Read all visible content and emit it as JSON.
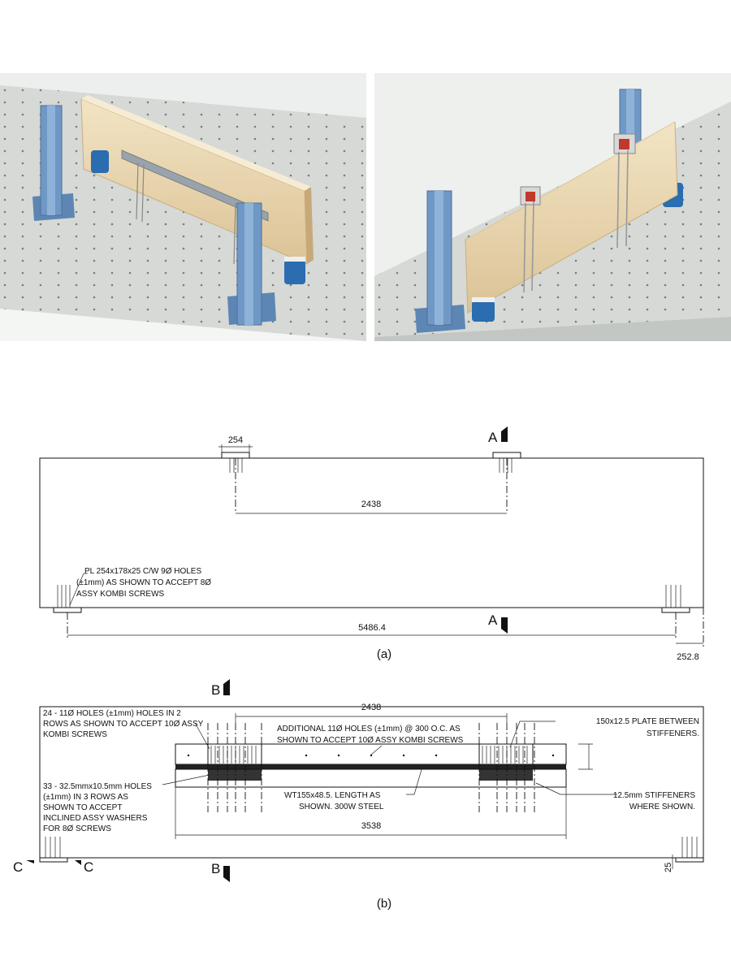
{
  "figure_a": {
    "dims": {
      "plate_width": "254",
      "spacing": "2438",
      "length": "5486.4",
      "overhang": "252.8"
    },
    "section_mark": "A",
    "plate_note": [
      "PL 254x178x25 C/W 9Ø HOLES",
      "(±1mm)  AS SHOWN TO ACCEPT 8Ø",
      "ASSY KOMBI SCREWS"
    ],
    "caption": "(a)"
  },
  "figure_b": {
    "dims": {
      "spacing": "2438",
      "tee_length": "3538",
      "end_gap": "25"
    },
    "section_mark_b": "B",
    "section_mark_c": "C",
    "note_holes_top": [
      "24 - 11Ø HOLES (±1mm) HOLES IN 2",
      "ROWS AS SHOWN TO ACCEPT 10Ø ASSY",
      "KOMBI SCREWS"
    ],
    "note_additional": [
      "ADDITIONAL 11Ø HOLES (±1mm) @ 300 O.C. AS",
      "SHOWN TO ACCEPT 10Ø ASSY KOMBI SCREWS"
    ],
    "note_plate": [
      "150x12.5 PLATE BETWEEN",
      "STIFFENERS."
    ],
    "note_washers": [
      "33 - 32.5mmx10.5mm HOLES",
      "(±1mm) IN 3 ROWS AS",
      "SHOWN TO ACCEPT",
      "INCLINED ASSY WASHERS",
      "FOR 8Ø SCREWS"
    ],
    "note_tee": [
      "WT155x48.5.  LENGTH AS",
      "SHOWN. 300W STEEL"
    ],
    "note_stiffeners": [
      "12.5mm STIFFENERS",
      "WHERE SHOWN."
    ],
    "caption": "(b)"
  },
  "colors": {
    "steel_blue": "#6f98c6",
    "timber": "#ecd9b2",
    "table": "#d9dcd8",
    "load_cell_blue": "#1f6fb3",
    "bracket_red": "#c0392b"
  }
}
